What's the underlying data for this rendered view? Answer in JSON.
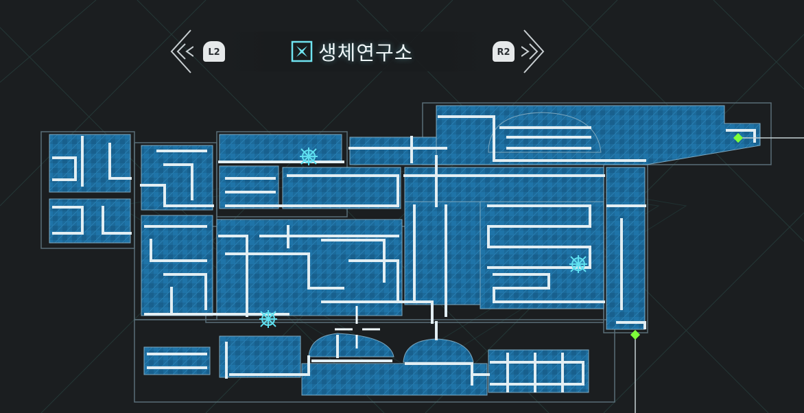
{
  "header": {
    "area_name": "생체연구소",
    "prev_area_button": "L2",
    "next_area_button": "R2"
  },
  "colors": {
    "background": "#1b1e20",
    "map_fill": "#1d6ea0",
    "corridor": "#e2eef3",
    "marker": "#5fe0f0",
    "exit_marker": "#7dff3a"
  },
  "icons": {
    "area": "lab-area-icon",
    "prev": "left-chevron-icon",
    "next": "right-chevron-icon",
    "save_room": "save-room-icon",
    "exit": "exit-door-icon",
    "cursor": "map-cursor-icon"
  }
}
